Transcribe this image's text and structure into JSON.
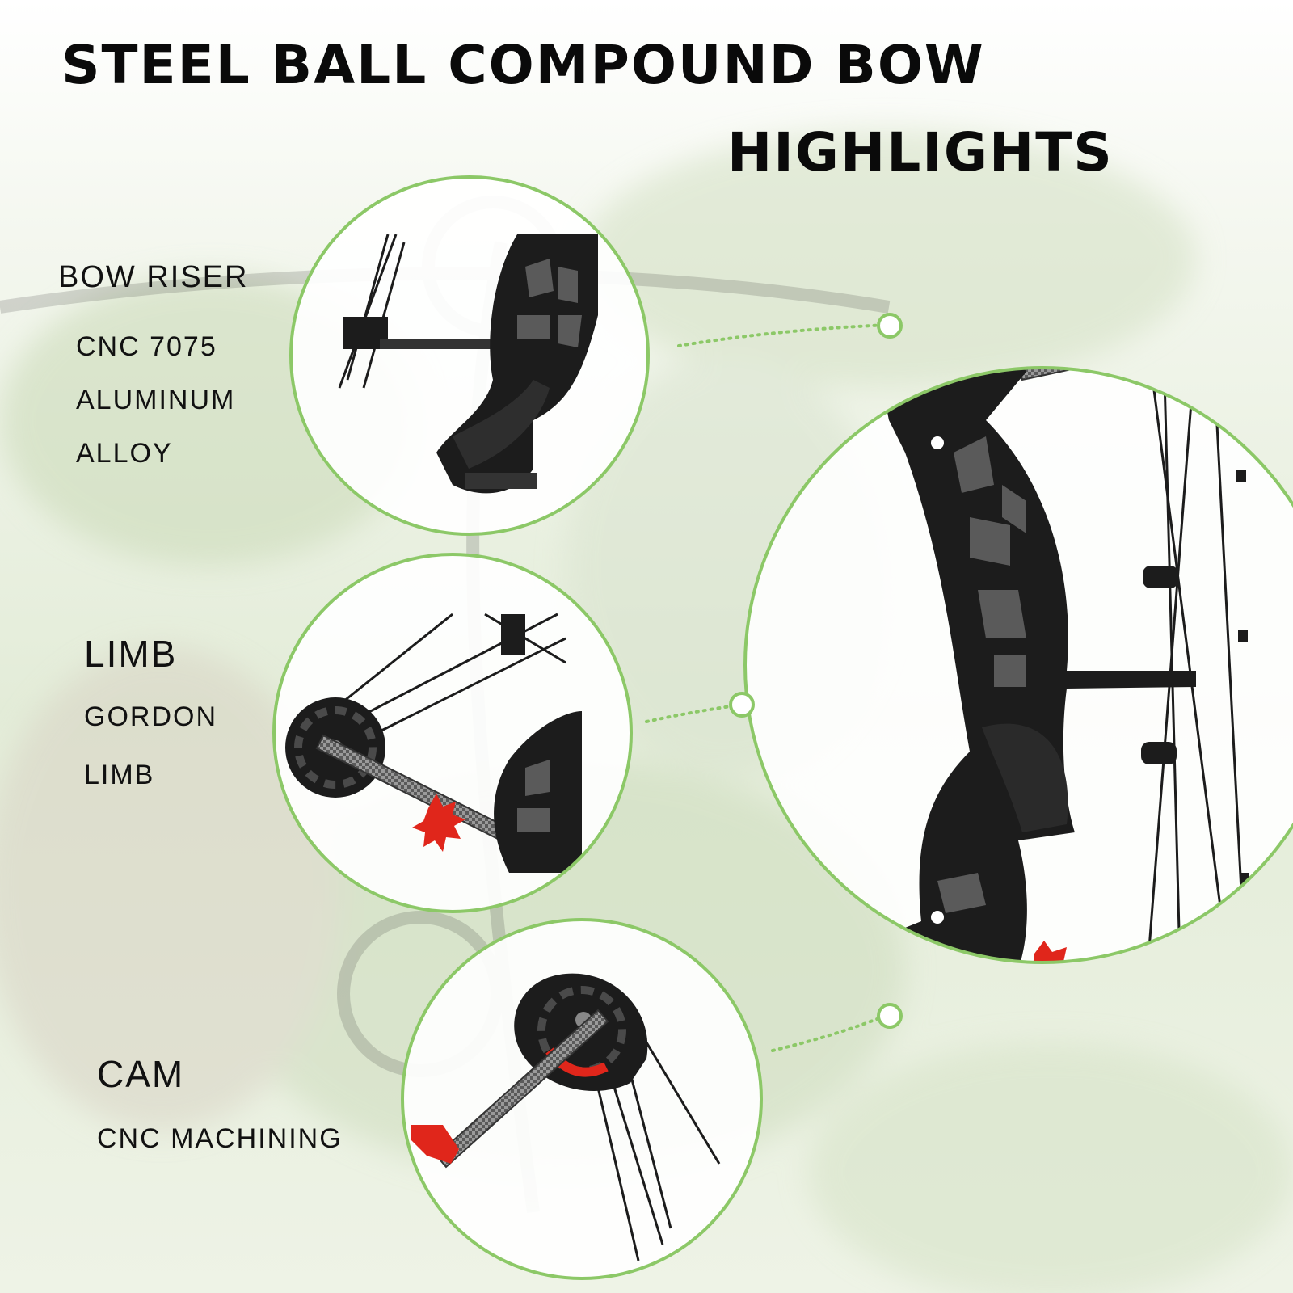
{
  "title": {
    "line1": "STEEL BALL COMPOUND BOW",
    "line2": "HIGHLIGHTS"
  },
  "features": [
    {
      "heading": "BOW RISER",
      "lines": [
        "CNC 7075",
        "ALUMINUM",
        "ALLOY"
      ]
    },
    {
      "heading": "LIMB",
      "lines": [
        "GORDON",
        "LIMB"
      ]
    },
    {
      "heading": "CAM",
      "lines": [
        "CNC MACHINING"
      ]
    }
  ],
  "colors": {
    "accent_ring": "#8cc867",
    "bow_black": "#1c1c1c",
    "damper_red": "#e0261b",
    "carbon_grey": "#6f6f6f"
  }
}
